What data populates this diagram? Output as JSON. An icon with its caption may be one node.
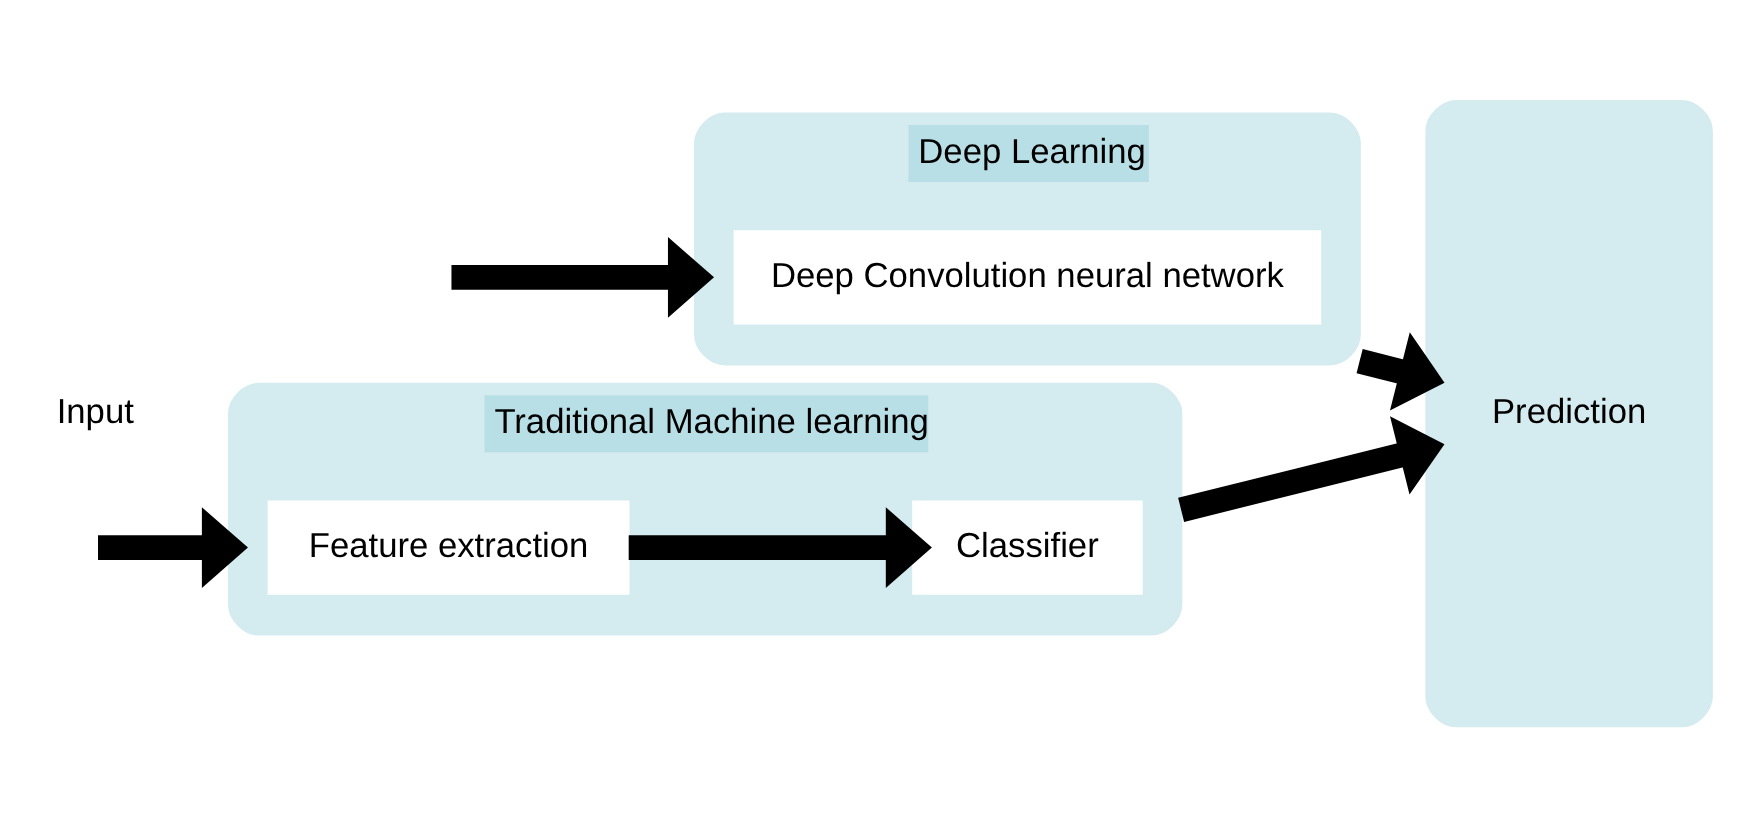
{
  "diagram": {
    "nodes": [
      {
        "text": [
          "Traditional Machine learning"
        ]
      },
      {
        "text": [
          "Feature extraction"
        ],
        "in": 0
      },
      {
        "text": [
          "Classifier"
        ],
        "in": 0
      },
      {
        "text": [
          "Deep Learning"
        ]
      },
      {
        "text": [
          "Deep Convolution neural network"
        ],
        "in": 3
      },
      {
        "text": [
          "Prediction"
        ]
      }
    ],
    "edges": [
      {
        "from": null,
        "to": 0,
        "arrow": "to"
      },
      {
        "from": 1,
        "to": 2,
        "arrow": "to"
      },
      {
        "from": 0,
        "to": 5,
        "arrow": "to"
      },
      {
        "from": null,
        "to": 3,
        "arrow": "to"
      },
      {
        "from": 3,
        "to": 5,
        "arrow": "to"
      }
    ],
    "labels": [
      "Input"
    ]
  }
}
